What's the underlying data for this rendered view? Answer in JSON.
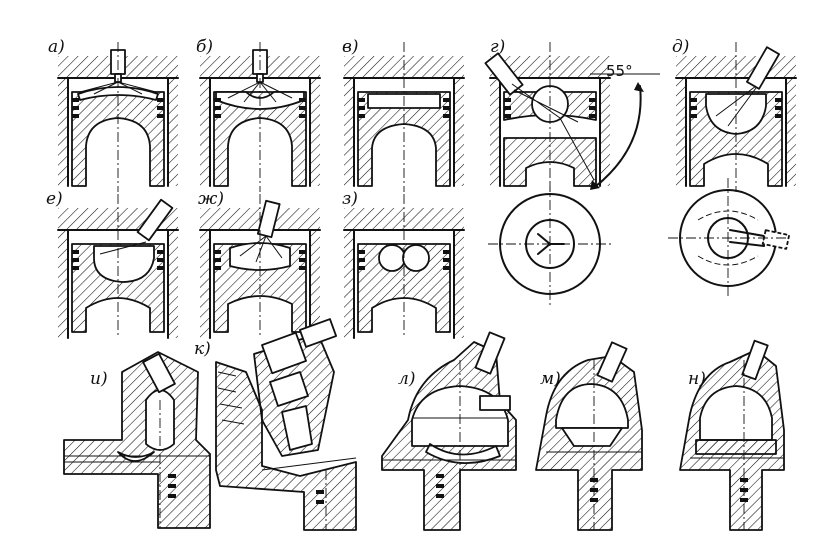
{
  "figure": {
    "panel_labels": [
      "а)",
      "б)",
      "в)",
      "г)",
      "д)",
      "е)",
      "ж)",
      "з)",
      "и)",
      "к)",
      "л)",
      "м)",
      "н)"
    ],
    "angle_annotation": "55°"
  },
  "colors": {
    "ink": "#111111",
    "paper": "#ffffff"
  }
}
